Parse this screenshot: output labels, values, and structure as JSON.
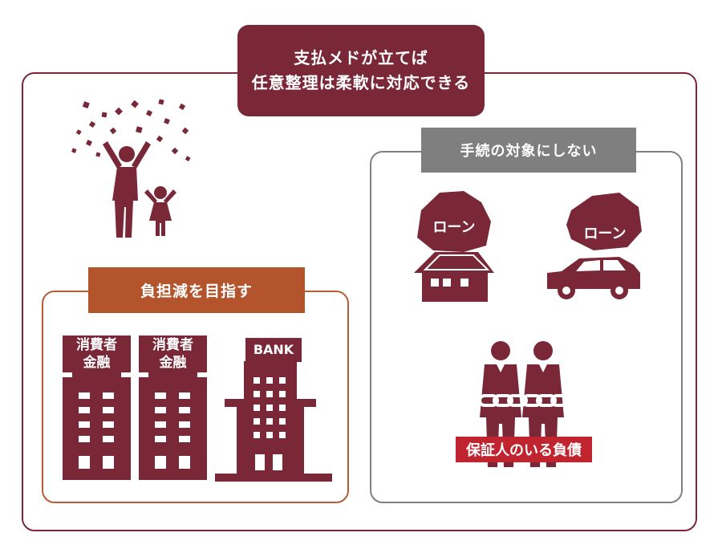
{
  "title": {
    "line1": "支払メドが立てば",
    "line2": "任意整理は柔軟に対応できる"
  },
  "left_panel": {
    "label": "負担減を目指す",
    "buildings": [
      {
        "line1": "消費者",
        "line2": "金融"
      },
      {
        "line1": "消費者",
        "line2": "金融"
      },
      {
        "line1": "BANK",
        "line2": ""
      }
    ]
  },
  "right_panel": {
    "label": "手続の対象にしない",
    "house_loan": "ローン",
    "car_loan": "ローン",
    "guarantor": "保証人のいる負債"
  },
  "colors": {
    "primary": "#7a2838",
    "orange": "#b3542d",
    "gray": "#7f7f7f",
    "red": "#c0252f"
  }
}
